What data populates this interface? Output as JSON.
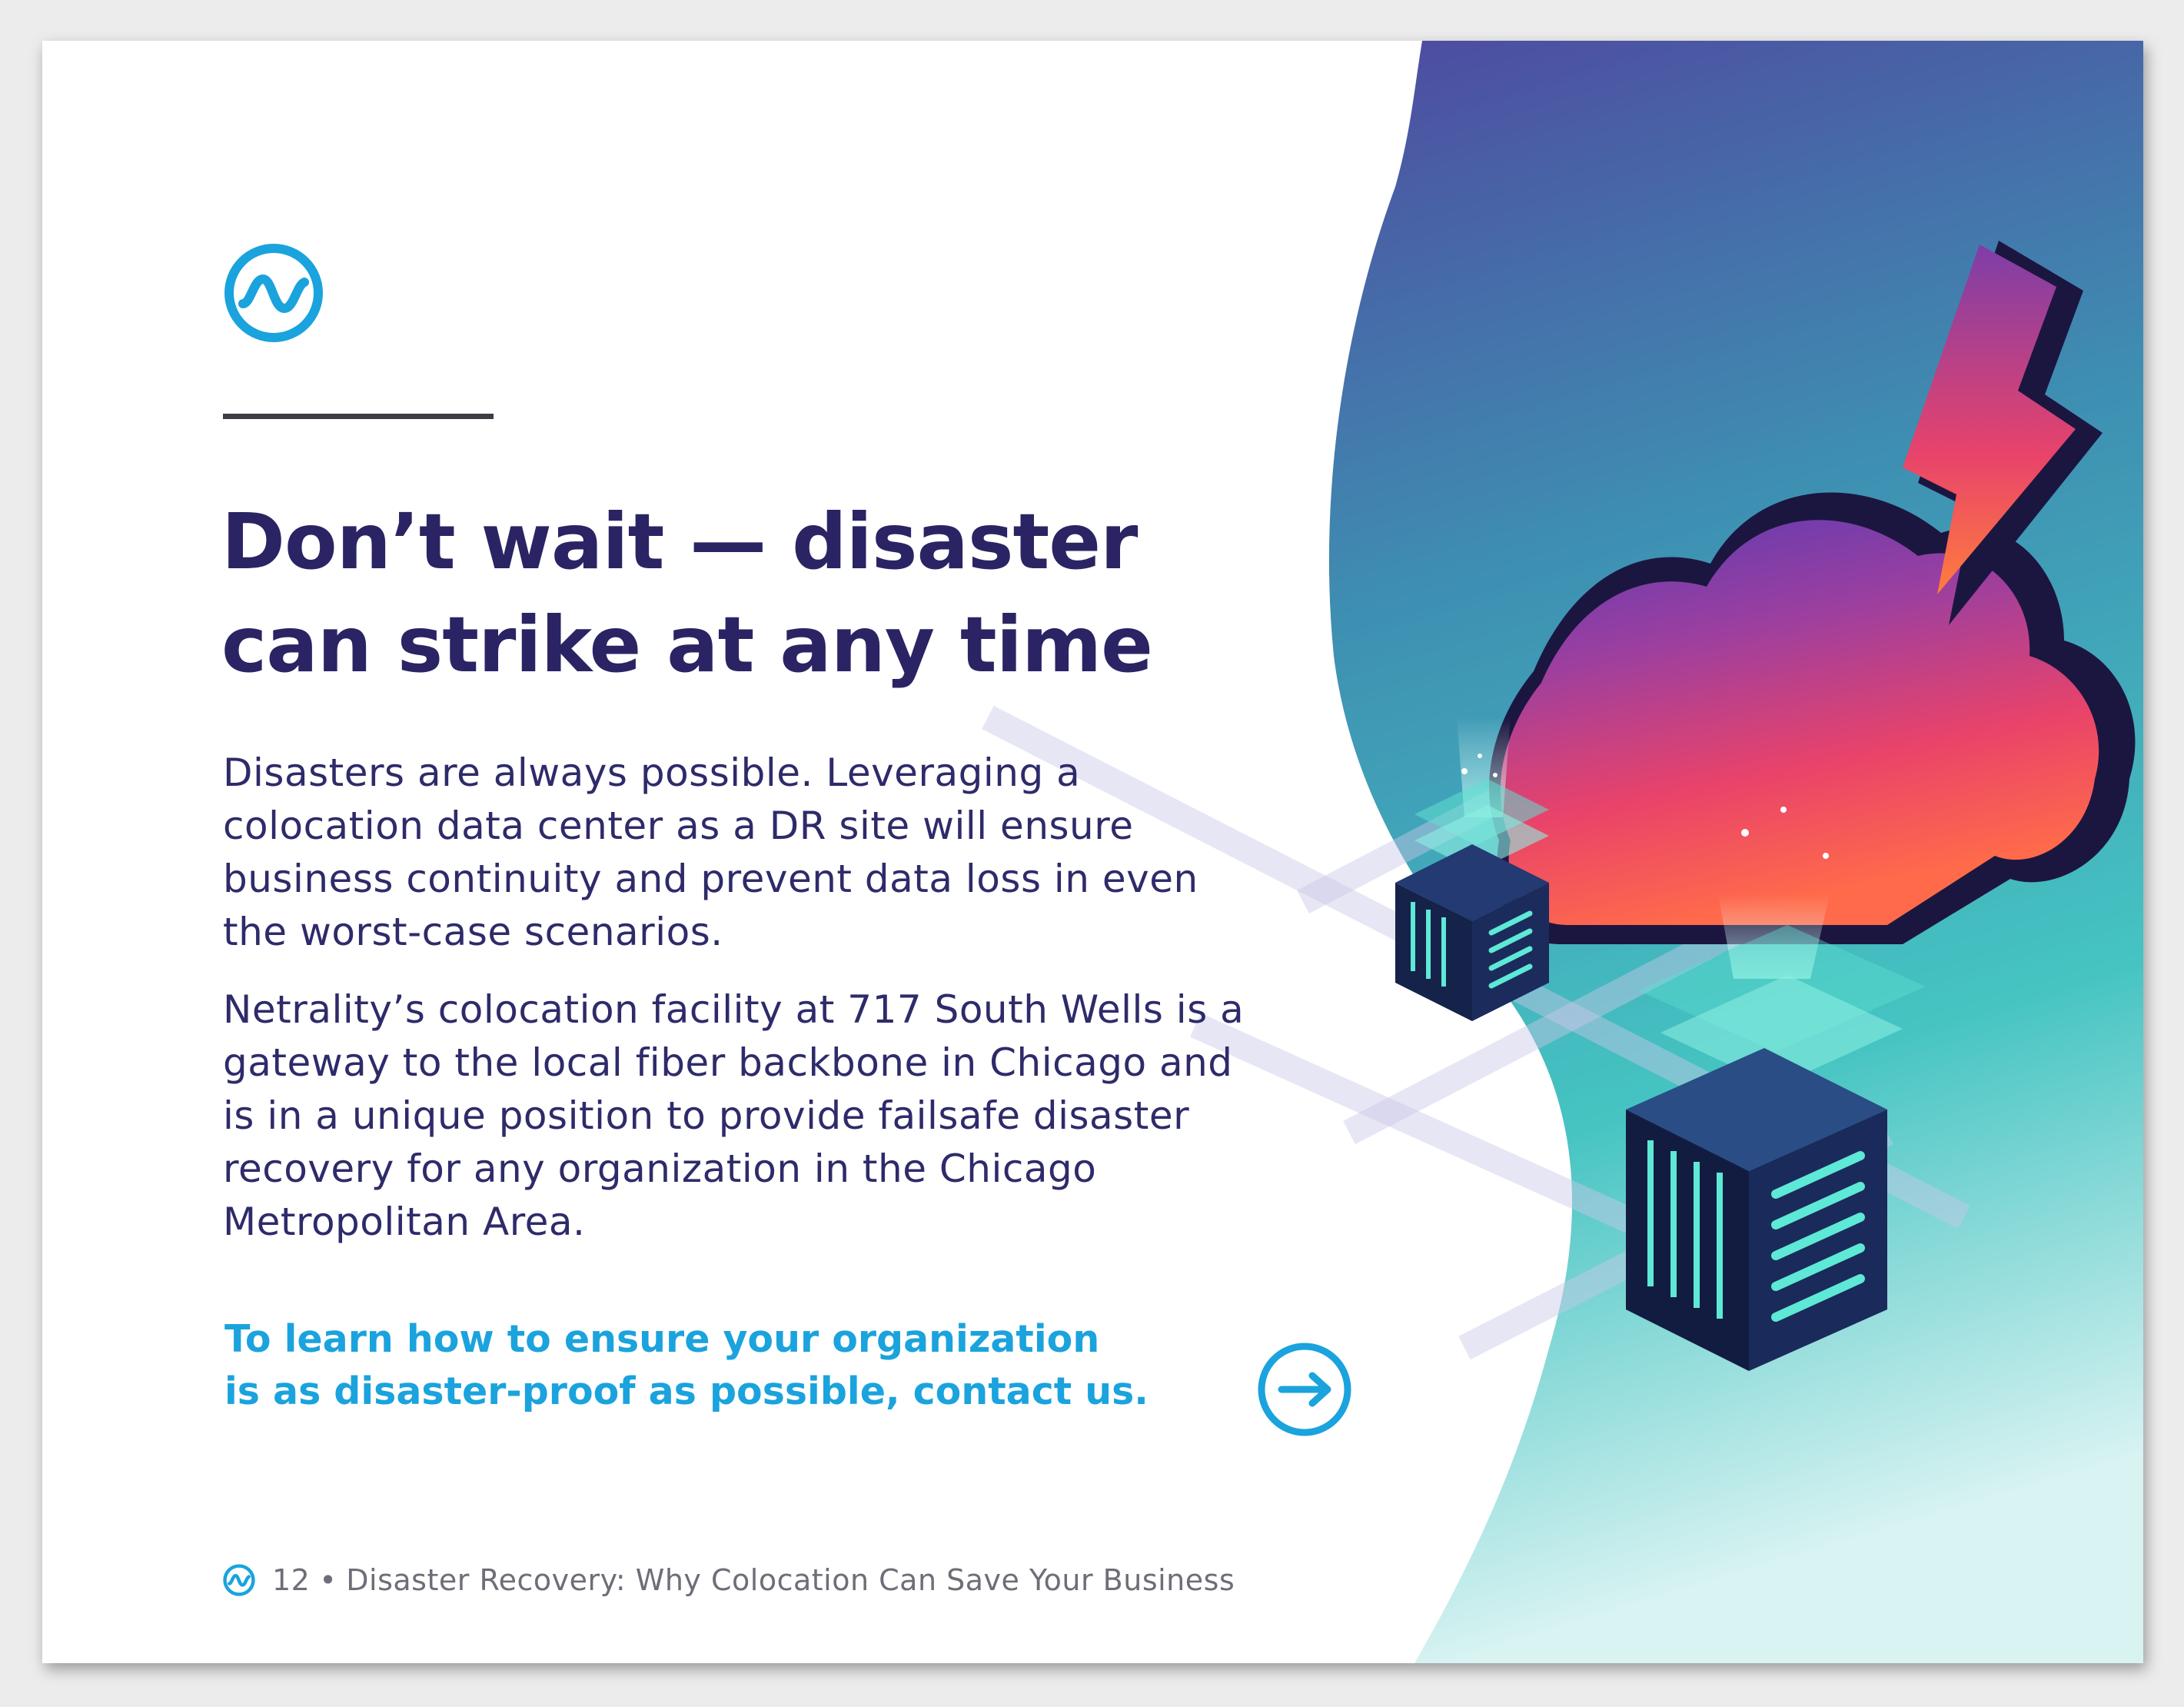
{
  "page": {
    "headline": [
      "Don’t wait — disaster",
      "can strike at any time"
    ],
    "paragraph1": [
      "Disasters are always possible. Leveraging a",
      "colocation data center as a DR site will ensure",
      "business continuity and prevent data loss in even",
      "the worst-case scenarios."
    ],
    "paragraph2": [
      "Netrality’s colocation facility at 717 South Wells is a",
      "gateway to the local fiber backbone in Chicago and",
      "is in a unique position to provide failsafe disaster",
      "recovery for any organization in the Chicago",
      "Metropolitan Area."
    ],
    "cta": [
      "To learn how to ensure your organization",
      "is as disaster-proof as possible, contact us."
    ],
    "cta_icon": "arrow-right-circle-icon",
    "footer": {
      "page_number": "12",
      "separator": "•",
      "title": "Disaster Recovery: Why Colocation Can Save Your Business"
    }
  },
  "icons": {
    "logo": "netrality-logo-icon",
    "illustration": [
      "cloud-icon",
      "lightning-bolt-icon",
      "server-tower-icon"
    ]
  },
  "colors": {
    "headline": "#2a2464",
    "body": "#2e2b6a",
    "accent": "#1aa3dd",
    "gradient_top": "#4b4a9e",
    "gradient_bottom": "#62d6c9"
  }
}
